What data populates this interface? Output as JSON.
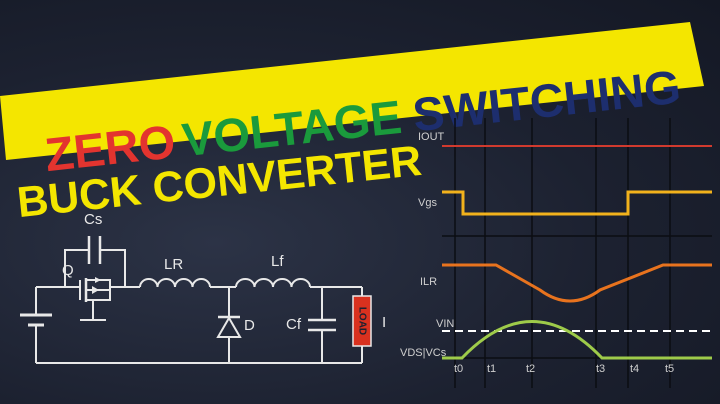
{
  "title": {
    "zero": "ZERO",
    "voltage": "VOLTAGE",
    "switching": "SWITCHING",
    "line2": "BUCK CONVERTER"
  },
  "colors": {
    "banner": "#f4e600",
    "zero": "#e3342f",
    "voltage": "#1a9a3c",
    "switching": "#1d2e6e",
    "line2": "#f4e600",
    "iout": "#d13a2e",
    "vgs": "#f2b21c",
    "ilr": "#e8731e",
    "vds": "#9ecb4a",
    "vin_dash": "#ffffff"
  },
  "circuit": {
    "cs": "Cs",
    "q": "Q",
    "lr": "LR",
    "lf": "Lf",
    "d": "D",
    "cf": "Cf",
    "load": "LOAD",
    "i": "I"
  },
  "waveforms": {
    "iout": "IOUT",
    "vgs": "Vgs",
    "ilr": "ILR",
    "vin": "VIN",
    "vds": "VDS|VCs",
    "t0": "t0",
    "t1": "t1",
    "t2": "t2",
    "t3": "t3",
    "t4": "t4",
    "t5": "t5"
  }
}
